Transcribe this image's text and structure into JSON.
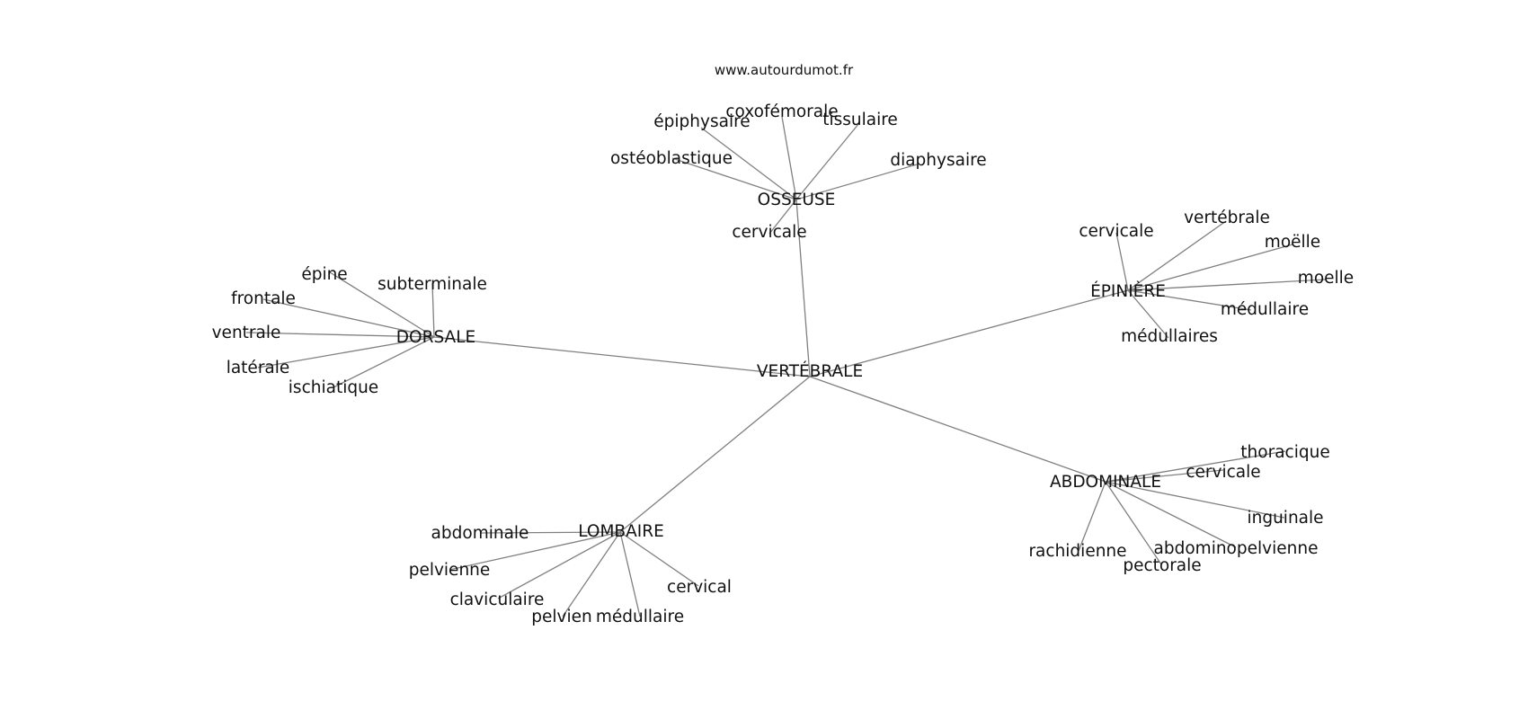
{
  "site": "www.autourdumot.fr",
  "center": "VERTÉBRALE",
  "hubs": [
    {
      "id": "osseuse",
      "label": "OSSEUSE",
      "words": [
        "coxofémorale",
        "épiphysaire",
        "tissulaire",
        "ostéoblastique",
        "diaphysaire",
        "cervicale"
      ]
    },
    {
      "id": "epiniere",
      "label": "ÉPINIÈRE",
      "words": [
        "vertébrale",
        "cervicale",
        "moëlle",
        "moelle",
        "médullaire",
        "médullaires"
      ]
    },
    {
      "id": "dorsale",
      "label": "DORSALE",
      "words": [
        "épine",
        "subterminale",
        "frontale",
        "ventrale",
        "latérale",
        "ischiatique"
      ]
    },
    {
      "id": "abdominale",
      "label": "ABDOMINALE",
      "words": [
        "thoracique",
        "cervicale",
        "inguinale",
        "abdominopelvienne",
        "rachidienne",
        "pectorale"
      ]
    },
    {
      "id": "lombaire",
      "label": "LOMBAIRE",
      "words": [
        "abdominale",
        "pelvienne",
        "claviculaire",
        "cervical",
        "pelvien",
        "médullaire"
      ]
    }
  ],
  "colors": {
    "edge": "#808080",
    "text": "#111111",
    "background": "#ffffff"
  }
}
